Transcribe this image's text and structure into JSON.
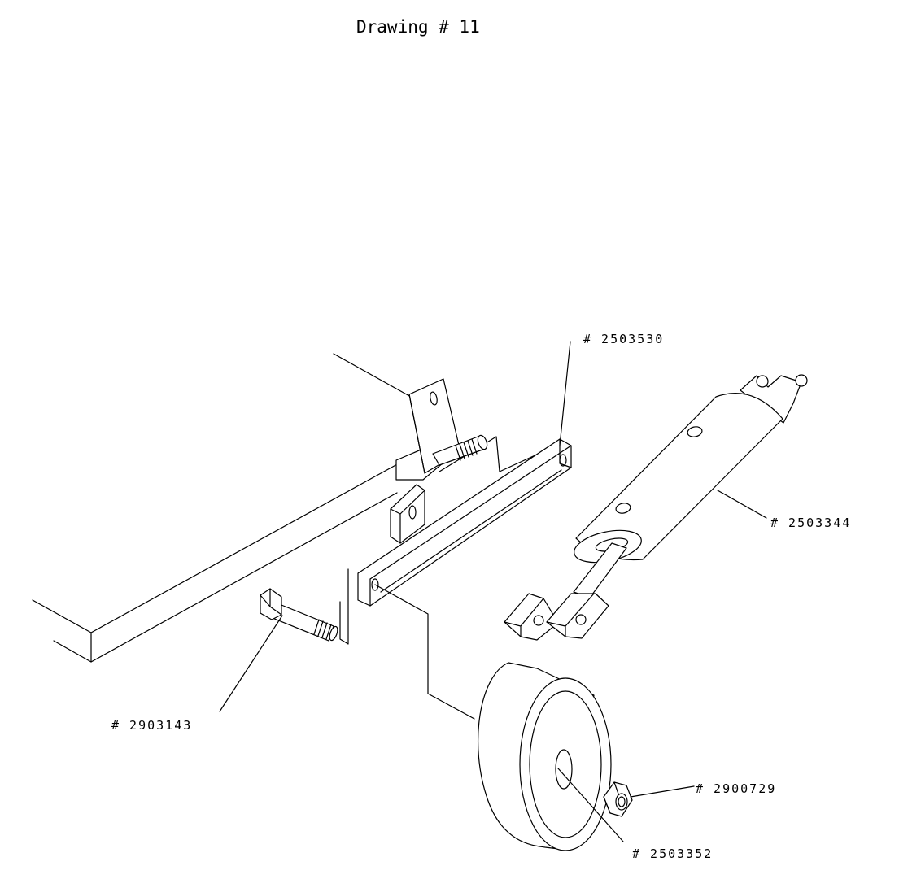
{
  "title": "Drawing # 11",
  "callouts": {
    "p2503530": "# 2503530",
    "p2503344": "# 2503344",
    "p2903143": "# 2903143",
    "p2900729": "# 2900729",
    "p2503352": "# 2503352"
  },
  "colors": {
    "line": "#000000",
    "background": "#ffffff"
  }
}
